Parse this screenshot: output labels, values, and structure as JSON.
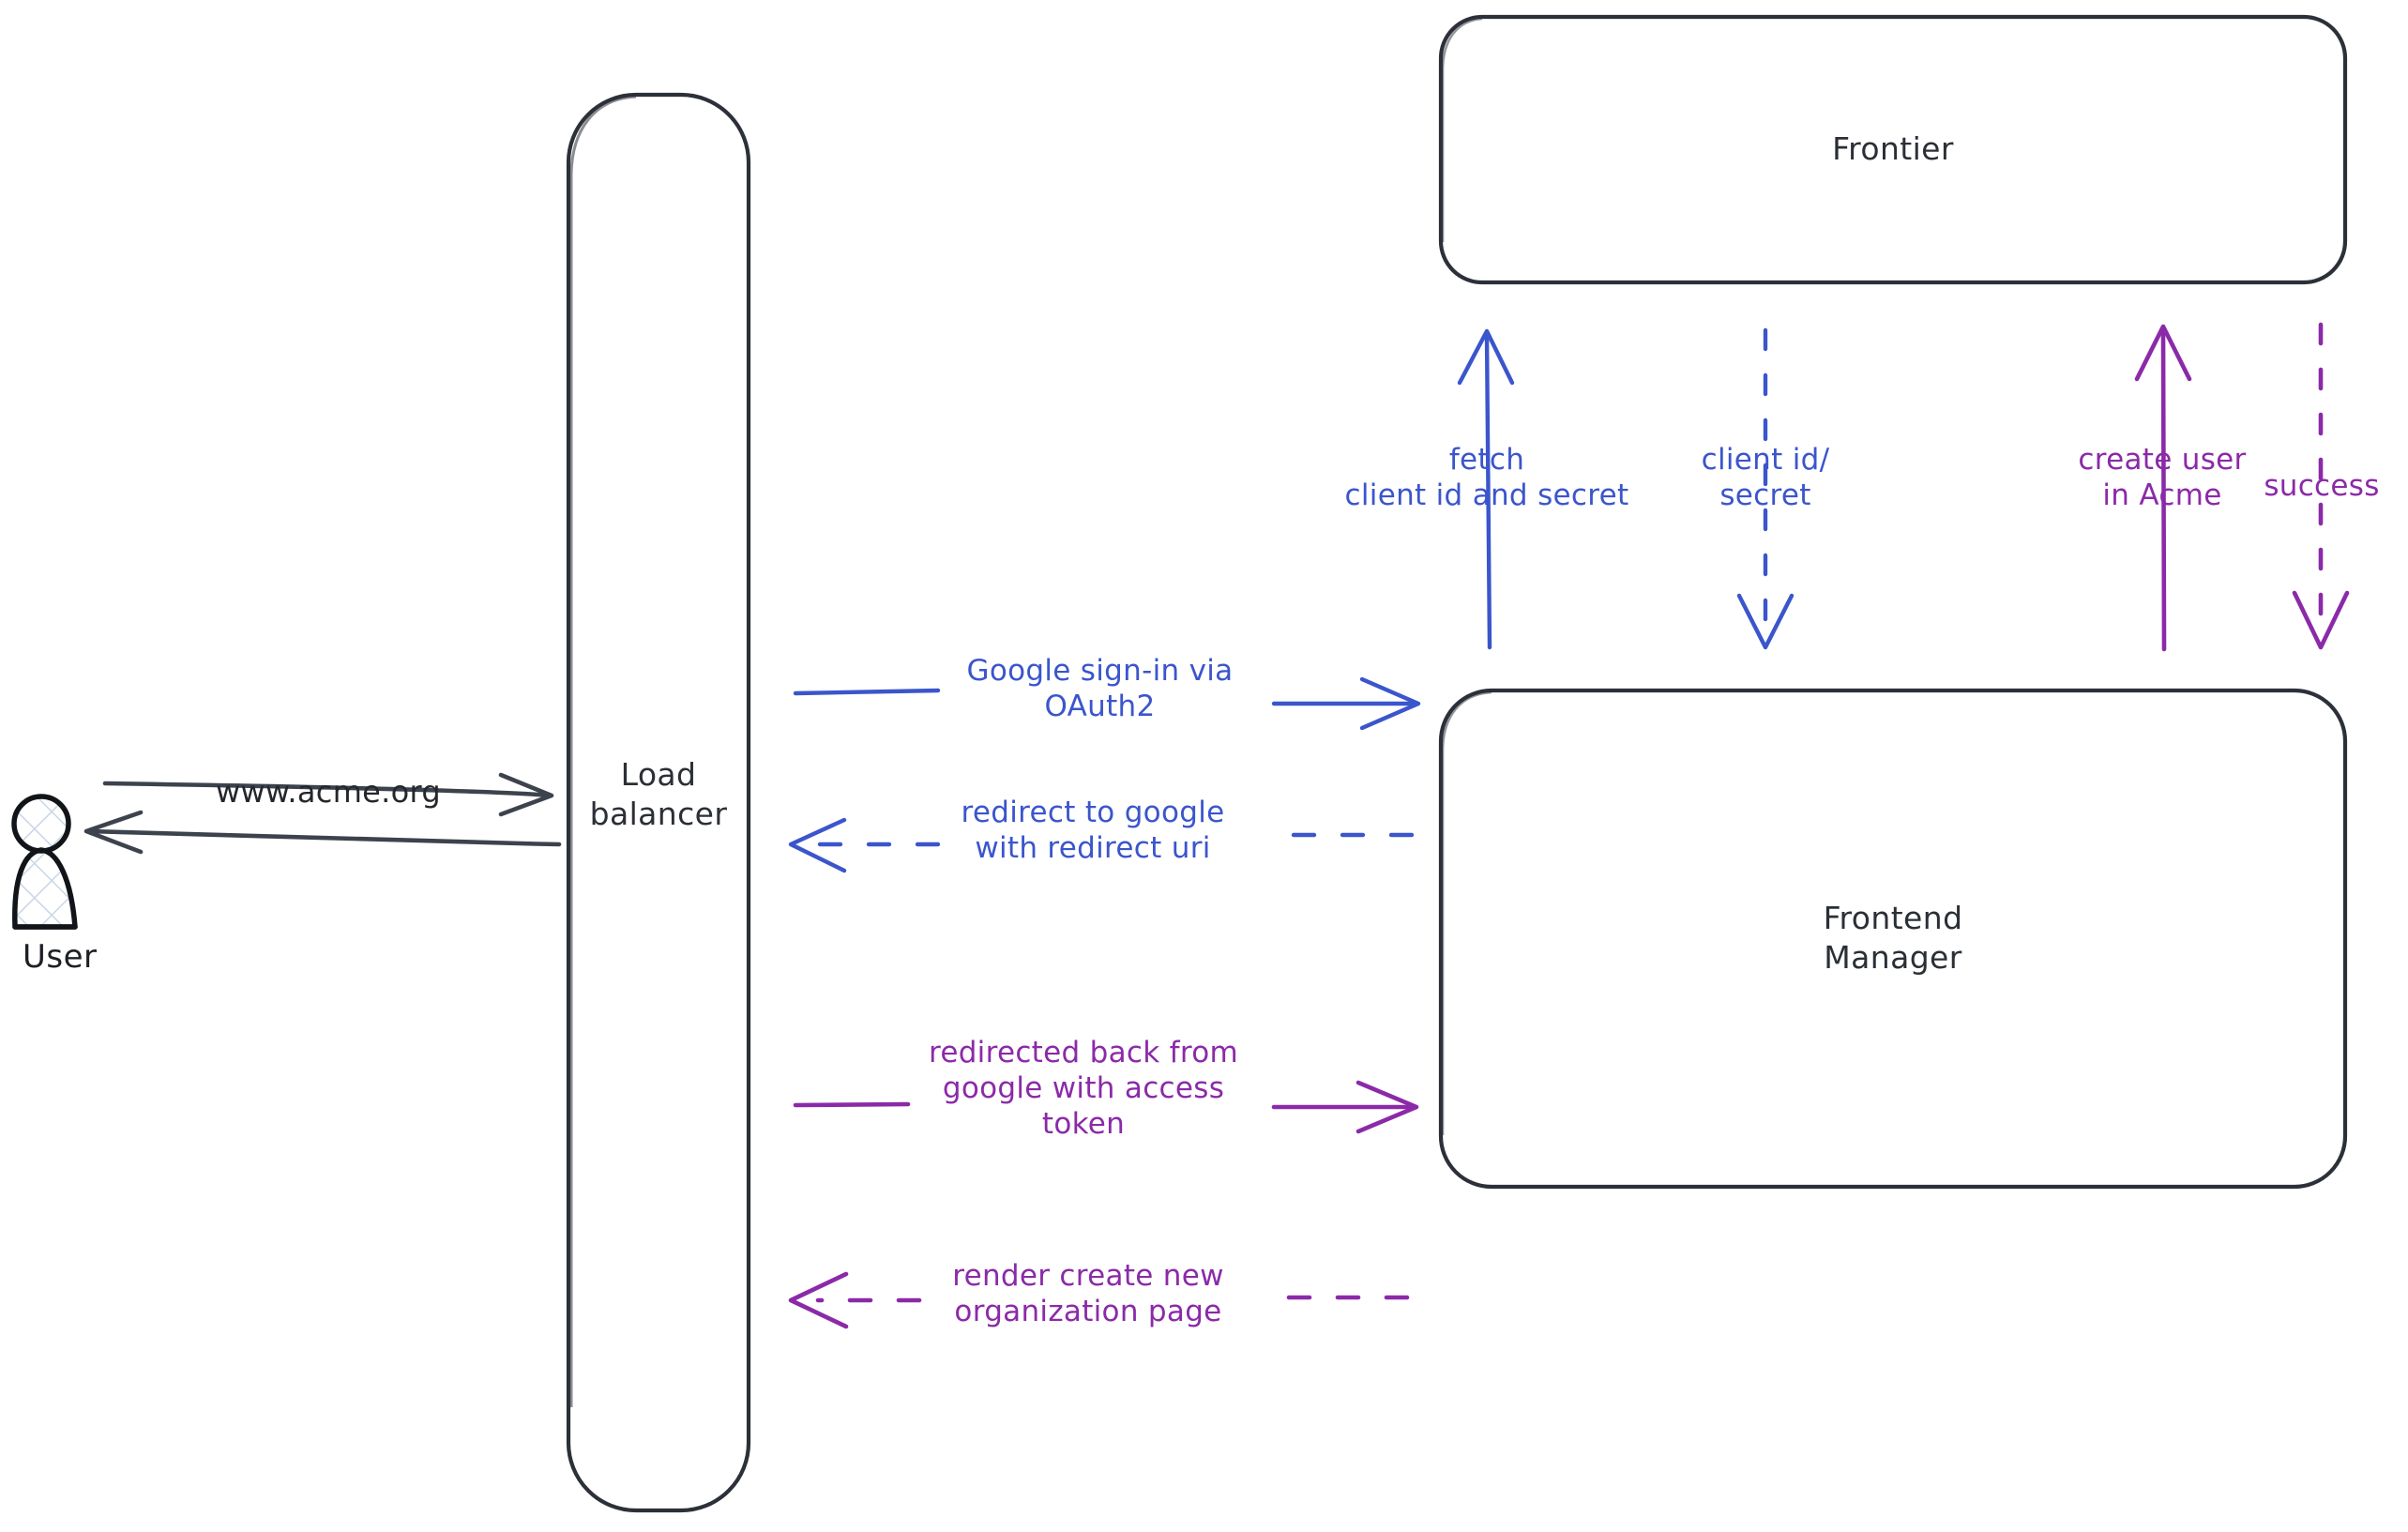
{
  "diagram": {
    "title": "Google OAuth2 sign-in sequence",
    "background": "#ffffff",
    "colors": {
      "stroke_dark": "#2c3038",
      "blue": "#3b55cc",
      "purple": "#8b2aa8",
      "user_fill": "#f4f7fb"
    }
  },
  "nodes": {
    "user": {
      "label": "User",
      "icon": "user-actor-icon"
    },
    "load_balancer": {
      "label": "Load\nbalancer"
    },
    "frontier": {
      "label": "Frontier"
    },
    "frontend_manager": {
      "label": "Frontend\nManager"
    }
  },
  "edges": {
    "user_to_lb": {
      "label": "www.acme.org",
      "style": "solid",
      "color": "#2c3038",
      "direction": "right"
    },
    "lb_to_user": {
      "label": "",
      "style": "solid",
      "color": "#2c3038",
      "direction": "left"
    },
    "fm_to_frontier_fetch": {
      "label": "fetch\nclient id and secret",
      "style": "solid",
      "color": "#3b55cc",
      "direction": "up"
    },
    "frontier_to_fm_creds": {
      "label": "client id/\nsecret",
      "style": "dashed",
      "color": "#3b55cc",
      "direction": "down"
    },
    "fm_to_frontier_create": {
      "label": "create user\nin Acme",
      "style": "solid",
      "color": "#8b2aa8",
      "direction": "up"
    },
    "frontier_to_fm_success": {
      "label": "success",
      "style": "dashed",
      "color": "#8b2aa8",
      "direction": "down"
    },
    "lb_to_fm_signin": {
      "label": "Google sign-in via\nOAuth2",
      "style": "solid",
      "color": "#3b55cc",
      "direction": "right"
    },
    "fm_to_lb_redirect": {
      "label": "redirect to google\nwith redirect uri",
      "style": "dashed",
      "color": "#3b55cc",
      "direction": "left"
    },
    "lb_to_fm_token": {
      "label": "redirected back from\ngoogle with access\ntoken",
      "style": "solid",
      "color": "#8b2aa8",
      "direction": "right"
    },
    "fm_to_lb_render": {
      "label": "render create new\norganization page",
      "style": "dashed",
      "color": "#8b2aa8",
      "direction": "left"
    }
  }
}
